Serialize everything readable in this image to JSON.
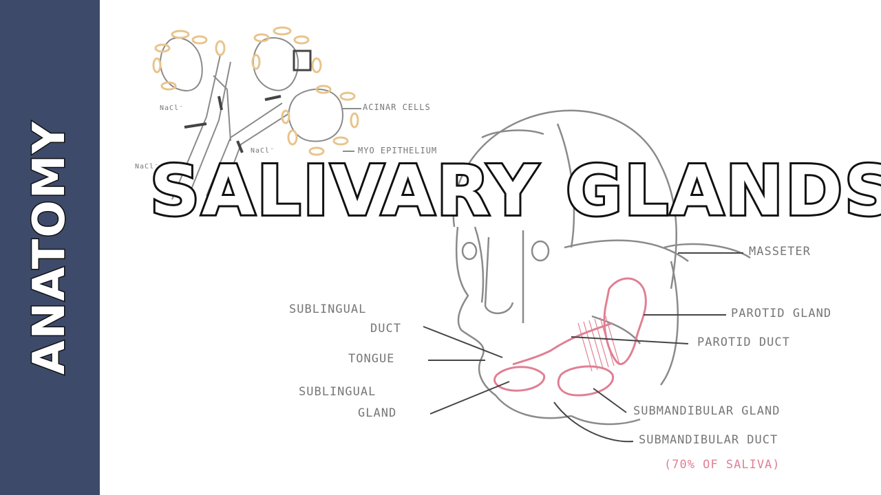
{
  "sidebar": {
    "label": "ANATOMY"
  },
  "title": "SALIVARY GLANDS",
  "labels": {
    "acinar_cells": "ACINAR CELLS",
    "myoepithelium": "MYO EPITHELIUM",
    "nacl_1": "NaCl⁻",
    "nacl_2": "NaCl⁻",
    "nacl_3": "NaCl⁻",
    "masseter": "MASSETER",
    "parotid_gland": "PAROTID GLAND",
    "parotid_duct": "PAROTID DUCT",
    "sublingual_duct_line1": "SUBLINGUAL",
    "sublingual_duct_line2": "DUCT",
    "tongue": "TONGUE",
    "sublingual_gland_line1": "SUBLINGUAL",
    "sublingual_gland_line2": "GLAND",
    "submandibular_gland": "SUBMANDIBULAR GLAND",
    "submandibular_duct": "SUBMANDIBULAR DUCT",
    "saliva_note": "(70% OF SALIVA)"
  },
  "colors": {
    "sidebar_bg": "#3e4a6a",
    "sketch_line": "#8a8a8a",
    "gland_pink": "#e07f93",
    "myoepithelium_orange": "#e8c48c"
  }
}
